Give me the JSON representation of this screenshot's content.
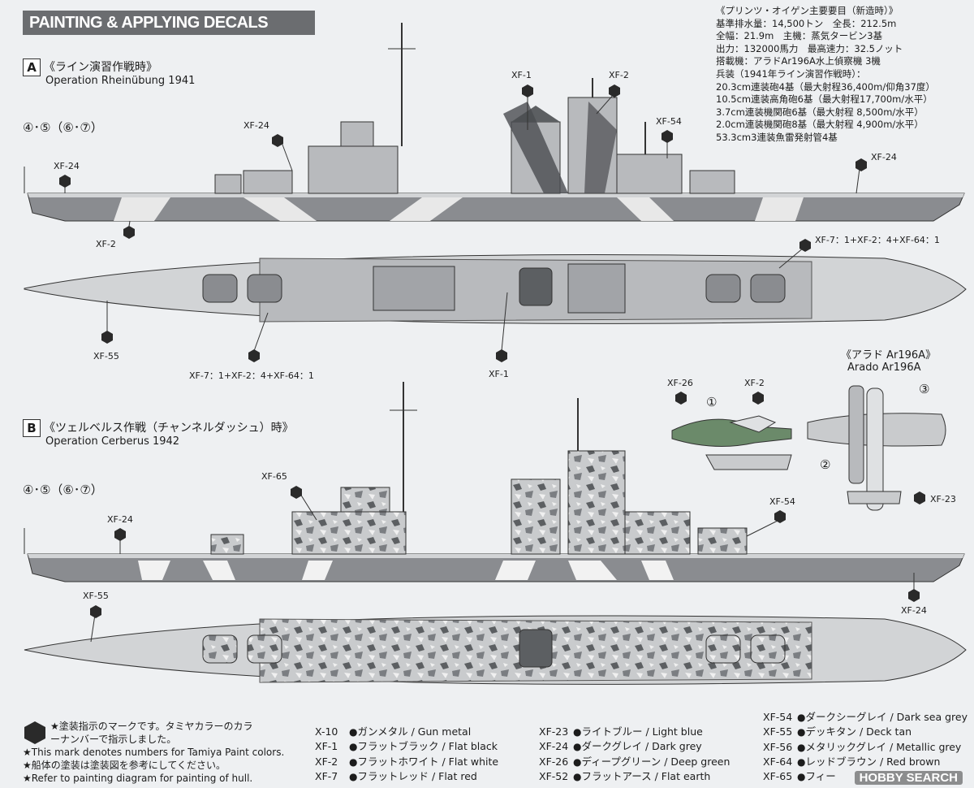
{
  "header": {
    "title": "PAINTING & APPLYING DECALS"
  },
  "spec": {
    "title": "《プリンツ・オイゲン主要要目（新造時）》",
    "lines": [
      "基準排水量：14,500トン　全長：212.5m",
      "全幅：21.9m　主機：蒸気タービン3基",
      "出力：132000馬力　最高速力：32.5ノット",
      "搭載機：アラドAr196A水上偵察機 3機",
      "兵装（1941年ライン演習作戦時）：",
      "20.3cm連装砲4基（最大射程36,400m/仰角37度）",
      "10.5cm連装高角砲6基（最大射程17,700m/水平）",
      "3.7cm連装機関砲6基（最大射程 8,500m/水平）",
      "2.0cm連装機関砲8基（最大射程 4,900m/水平）",
      "53.3cm3連装魚雷発射管4基"
    ]
  },
  "sectionA": {
    "letter": "A",
    "title_jp": "《ライン演習作戦時》",
    "title_en": "Operation Rheinübung 1941",
    "flags": "④･⑤（⑥･⑦）"
  },
  "sectionB": {
    "letter": "B",
    "title_jp": "《ツェルベルス作戦（チャンネルダッシュ）時》",
    "title_en": "Operation Cerberus 1942",
    "flags": "④･⑤（⑥･⑦）"
  },
  "callouts": {
    "a_xf1_top": "XF-1",
    "a_xf2_top": "XF-2",
    "a_xf24_bridge": "XF-24",
    "a_xf54": "XF-54",
    "a_xf24_stern": "XF-24",
    "a_xf24_bow": "XF-24",
    "a_xf2_hull": "XF-2",
    "a_deck_mix_right": "XF-7：1+XF-2：4+XF-64：1",
    "a_xf55": "XF-55",
    "a_deck_mix_left": "XF-7：1+XF-2：4+XF-64：1",
    "a_xf1_bottom": "XF-1",
    "b_xf65": "XF-65",
    "b_xf24_stern": "XF-24",
    "b_xf54": "XF-54",
    "b_xf24_bow": "XF-24",
    "b_xf55": "XF-55",
    "arado_xf26": "XF-26",
    "arado_xf2": "XF-2",
    "arado_xf23": "XF-23"
  },
  "arado": {
    "title_jp": "《アラド Ar196A》",
    "title_en": "Arado Ar196A",
    "num1": "①",
    "num2": "②",
    "num3": "③"
  },
  "legend_note": {
    "line1": "★塗装指示のマークです。タミヤカラーのカラ",
    "line2": "ーナンバーで指示しました。",
    "line3": "★This mark denotes numbers for Tamiya Paint colors.",
    "line4": "★船体の塗装は塗装図を参考にしてください。",
    "line5": "★Refer to painting diagram for painting of hull."
  },
  "colors": {
    "col1": [
      {
        "code": "X-10",
        "name": "ガンメタル / Gun metal"
      },
      {
        "code": "XF-1",
        "name": "フラットブラック / Flat black"
      },
      {
        "code": "XF-2",
        "name": "フラットホワイト / Flat white"
      },
      {
        "code": "XF-7",
        "name": "フラットレッド / Flat red"
      }
    ],
    "col2": [
      {
        "code": "XF-23",
        "name": "ライトブルー / Light blue"
      },
      {
        "code": "XF-24",
        "name": "ダークグレイ / Dark grey"
      },
      {
        "code": "XF-26",
        "name": "ディープグリーン / Deep green"
      },
      {
        "code": "XF-52",
        "name": "フラットアース / Flat earth"
      }
    ],
    "col3": [
      {
        "code": "XF-54",
        "name": "ダークシーグレイ / Dark sea grey"
      },
      {
        "code": "XF-55",
        "name": "デッキタン / Deck tan"
      },
      {
        "code": "XF-56",
        "name": "メタリックグレイ / Metallic grey"
      },
      {
        "code": "XF-64",
        "name": "レッドブラウン / Red brown"
      },
      {
        "code": "XF-65",
        "name": "フィー"
      }
    ]
  },
  "watermark": "HOBBY SEARCH",
  "palette": {
    "hull": "#8a8c90",
    "deck": "#d2d4d6",
    "light": "#f2f2f2",
    "dark": "#2a2a2a",
    "mid": "#b8babd"
  }
}
